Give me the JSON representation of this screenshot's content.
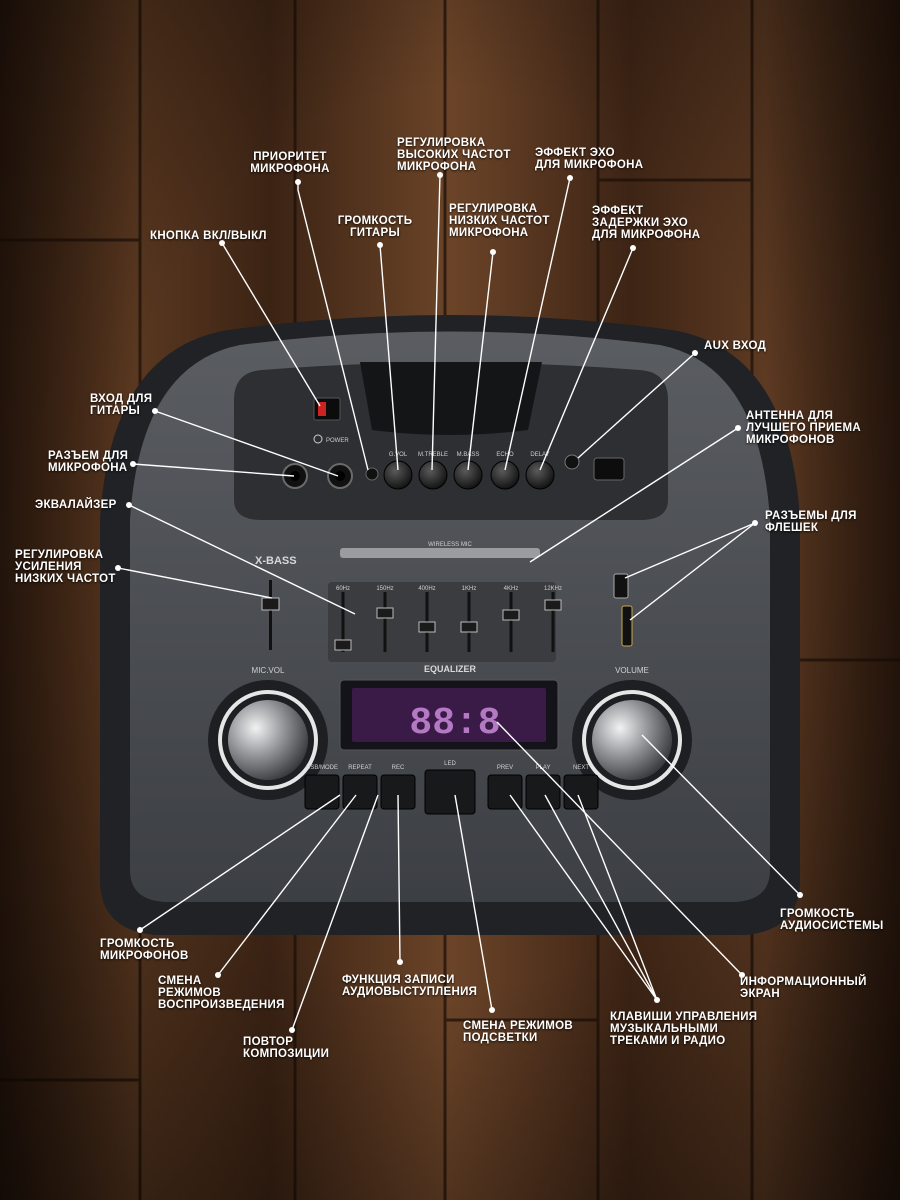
{
  "labels": {
    "mic_priority": "ПРИОРИТЕТ\nМИКРОФОНА",
    "mic_treble": "РЕГУЛИРОВКА\nВЫСОКИХ ЧАСТОТ\nМИКРОФОНА",
    "mic_echo": "ЭФФЕКТ ЭХО\nДЛЯ МИКРОФОНА",
    "guitar_volume": "ГРОМКОСТЬ\nГИТАРЫ",
    "mic_bass": "РЕГУЛИРОВКА\nНИЗКИХ ЧАСТОТ\nМИКРОФОНА",
    "echo_delay": "ЭФФЕКТ\nЗАДЕРЖКИ ЭХО\nДЛЯ МИКРОФОНА",
    "power_button": "КНОПКА ВКЛ/ВЫКЛ",
    "aux_input": "AUX ВХОД",
    "guitar_input": "ВХОД ДЛЯ\nГИТАРЫ",
    "antenna": "АНТЕННА ДЛЯ\nЛУЧШЕГО ПРИЕМА\nМИКРОФОНОВ",
    "mic_jack": "РАЗЪЕМ ДЛЯ\nМИКРОФОНА",
    "usb_slots": "РАЗЪЕМЫ ДЛЯ\nФЛЕШЕК",
    "equalizer": "ЭКВАЛАЙЗЕР",
    "bass_boost": "РЕГУЛИРОВКА\nУСИЛЕНИЯ\nНИЗКИХ ЧАСТОТ",
    "system_volume": "ГРОМКОСТЬ\nАУДИОСИСТЕМЫ",
    "mic_volume": "ГРОМКОСТЬ\nМИКРОФОНОВ",
    "info_screen": "ИНФОРМАЦИОННЫЙ\nЭКРАН",
    "play_modes": "СМЕНА\nРЕЖИМОВ\nВОСПРОИЗВЕДЕНИЯ",
    "recording": "ФУНКЦИЯ ЗАПИСИ\nАУДИОВЫСТУПЛЕНИЯ",
    "track_controls": "КЛАВИШИ УПРАВЛЕНИЯ\nМУЗЫКАЛЬНЫМИ\nТРЕКАМИ И РАДИО",
    "light_modes": "СМЕНА РЕЖИМОВ\nПОДСВЕТКИ",
    "repeat": "ПОВТОР\nКОМПОЗИЦИИ"
  },
  "device": {
    "power_text": "POWER",
    "xbass": "X-BASS",
    "wireless_mic": "WIRELESS MIC",
    "equalizer": "EQUALIZER",
    "mic_vol": "MIC.VOL",
    "volume": "VOLUME",
    "display": "88:8",
    "knobs": [
      "G.VOL",
      "M.TREBLE",
      "M.BASS",
      "ECHO",
      "DELAY"
    ],
    "eq_bands": [
      "60Hz",
      "150Hz",
      "400Hz",
      "1KHz",
      "4KHz",
      "12KHz"
    ],
    "buttons": [
      "USB/MODE",
      "REPEAT",
      "REC",
      "LED",
      "PREV",
      "PLAY",
      "NEXT"
    ]
  },
  "colors": {
    "wood_dark": "#2c1a0f",
    "wood_light": "#6b4428",
    "panel": "#4a4d52",
    "body": "#26282b",
    "display": "#b06cc0"
  }
}
